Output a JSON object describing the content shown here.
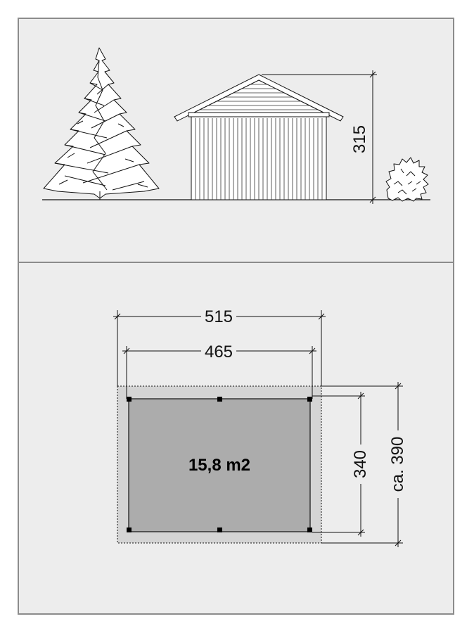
{
  "elevation": {
    "height_label": "315"
  },
  "plan": {
    "outer_width_label": "515",
    "inner_width_label": "465",
    "inner_depth_label": "340",
    "outer_depth_label": "ca. 390",
    "area_label": "15,8 m2"
  },
  "colors": {
    "background": "#ededed",
    "frame": "#8c8c8c",
    "floor": "#acacac",
    "roof_area": "#d4d4d4",
    "line": "#111111"
  }
}
